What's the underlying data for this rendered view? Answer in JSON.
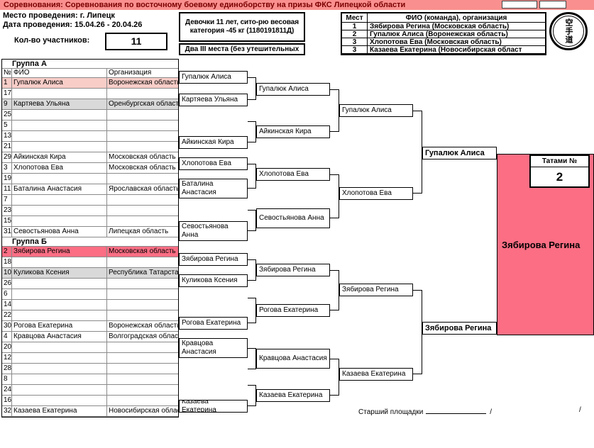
{
  "colors": {
    "title_bar_bg": "#F9908F",
    "title_bar_text": "#7A0000",
    "winner_highlight": "#FB6E84",
    "runner_up_highlight": "#F8CDC8",
    "eliminated_highlight": "#D9D9D9"
  },
  "title_bar": "Соревнования: Соревнования по восточному боевому единоборству на призы ФКС Липецкой области",
  "info": {
    "venue": "Место проведения: г. Липецк",
    "date": "Дата проведения: 15.04.26 - 20.04.26",
    "participants_label": "Кол-во участников:",
    "participants_count": "11"
  },
  "category": {
    "line1": "Девочки 11 лет, сито-рю весовая категория -45 кг (1180191811Д)",
    "line2": "Два III места (без утешительных"
  },
  "results": {
    "headers": [
      "Мест",
      "ФИО (команда), организация"
    ],
    "rows": [
      {
        "place": "1",
        "name": "Зябирова Регина  (Московская область)"
      },
      {
        "place": "2",
        "name": "Гупалюк Алиса  (Воронежская область)"
      },
      {
        "place": "3",
        "name": "Хлопотова Ева  (Московская область)"
      },
      {
        "place": "3",
        "name": "Казаева Екатерина  (Новосибирская област"
      }
    ]
  },
  "logo_text": "空手道",
  "tatami": {
    "label": "Татами №",
    "number": "2"
  },
  "roster": {
    "headers": {
      "num": "№",
      "name": "ФИО",
      "org": "Организация"
    },
    "group_a_title": "Группа А",
    "group_b_title": "Группа Б",
    "group_a": [
      {
        "num": "1",
        "name": "Гупалюк Алиса",
        "org": "Воронежская область",
        "hl": "pale"
      },
      {
        "num": "17"
      },
      {
        "num": "9",
        "name": "Картяева Ульяна",
        "org": "Оренбургская область",
        "hl": "gray"
      },
      {
        "num": "25"
      },
      {
        "num": "5"
      },
      {
        "num": "13"
      },
      {
        "num": "21"
      },
      {
        "num": "29",
        "name": "Айкинская Кира",
        "org": "Московская область"
      },
      {
        "num": "3",
        "name": "Хлопотова Ева",
        "org": "Московская область"
      },
      {
        "num": "19"
      },
      {
        "num": "11",
        "name": "Баталина Анастасия",
        "org": "Ярославская область"
      },
      {
        "num": "7"
      },
      {
        "num": "23"
      },
      {
        "num": "15"
      },
      {
        "num": "31",
        "name": "Севостьянова Анна",
        "org": "Липецкая область"
      }
    ],
    "group_b": [
      {
        "num": "2",
        "name": "Зябирова Регина",
        "org": "Московская область",
        "hl": "bright"
      },
      {
        "num": "18"
      },
      {
        "num": "10",
        "name": "Куликова Ксения",
        "org": "Республика Татарстан",
        "hl": "gray"
      },
      {
        "num": "26"
      },
      {
        "num": "6"
      },
      {
        "num": "14"
      },
      {
        "num": "22"
      },
      {
        "num": "30",
        "name": "Рогова Екатерина",
        "org": "Воронежская область"
      },
      {
        "num": "4",
        "name": "Кравцова Анастасия",
        "org": "Волгоградская область"
      },
      {
        "num": "20"
      },
      {
        "num": "12"
      },
      {
        "num": "28"
      },
      {
        "num": "8"
      },
      {
        "num": "24"
      },
      {
        "num": "16"
      },
      {
        "num": "32",
        "name": "Казаева Екатерина",
        "org": "Новосибирская область"
      }
    ]
  },
  "bracket": {
    "a_r1": [
      "Гупалюк Алиса",
      "Картяева Ульяна",
      "Айкинская Кира",
      "Хлопотова Ева",
      "Баталина Анастасия",
      "Севостьянова Анна"
    ],
    "a_r2": [
      "Гупалюк Алиса",
      "Айкинская Кира",
      "Хлопотова Ева",
      "Севостьянова Анна"
    ],
    "a_r3": [
      "Гупалюк Алиса",
      "Хлопотова Ева"
    ],
    "a_final": "Гупалюк Алиса",
    "b_r1": [
      "Зябирова Регина",
      "Куликова Ксения",
      "Рогова Екатерина",
      "Кравцова Анастасия",
      "Казаева Екатерина"
    ],
    "b_r2": [
      "Зябирова Регина",
      "Рогова Екатерина",
      "Кравцова Анастасия",
      "Казаева Екатерина"
    ],
    "b_r3": [
      "Зябирова Регина",
      "Казаева Екатерина"
    ],
    "b_final": "Зябирова Регина",
    "champion": "Зябирова Регина"
  },
  "footer": {
    "official_label": "Старший площадки",
    "slash": "/"
  }
}
